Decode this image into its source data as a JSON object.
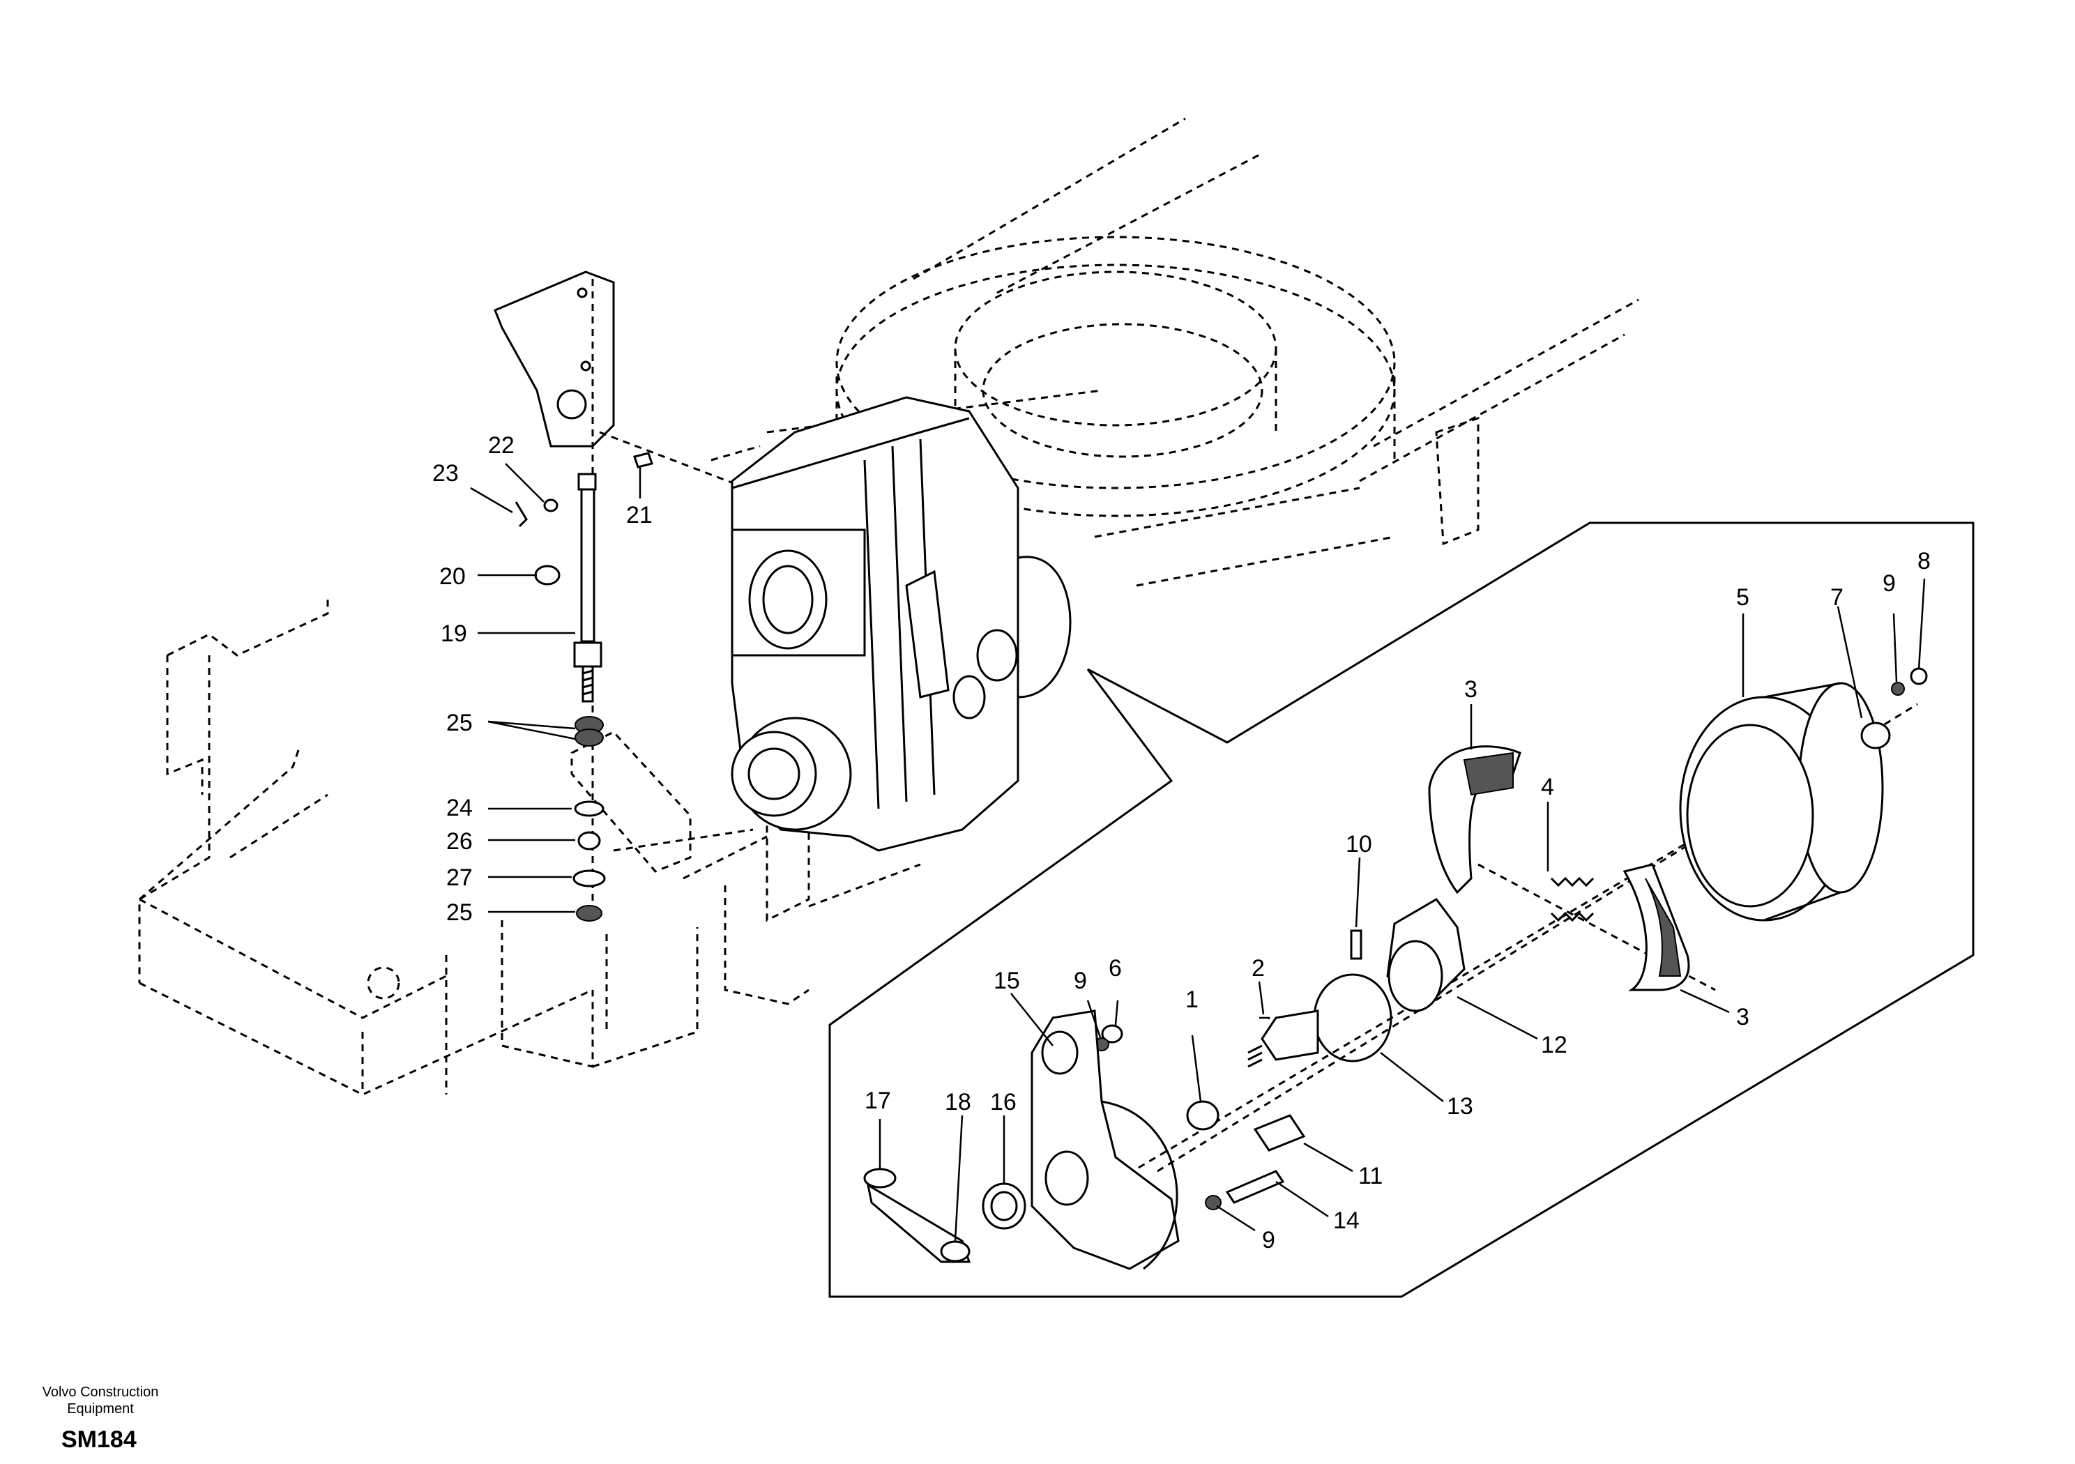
{
  "footer": {
    "company": "Volvo Construction Equipment",
    "drawing_code": "SM184"
  },
  "callouts": {
    "c1": "1",
    "c2": "2",
    "c3a": "3",
    "c3b": "3",
    "c4": "4",
    "c5": "5",
    "c6": "6",
    "c7": "7",
    "c8": "8",
    "c9a": "9",
    "c9b": "9",
    "c9c": "9",
    "c10": "10",
    "c11": "11",
    "c12": "12",
    "c13": "13",
    "c14": "14",
    "c15": "15",
    "c16": "16",
    "c17": "17",
    "c18": "18",
    "c19": "19",
    "c20": "20",
    "c21": "21",
    "c22": "22",
    "c23": "23",
    "c24": "24",
    "c25a": "25",
    "c25b": "25",
    "c26": "26",
    "c27": "27"
  }
}
